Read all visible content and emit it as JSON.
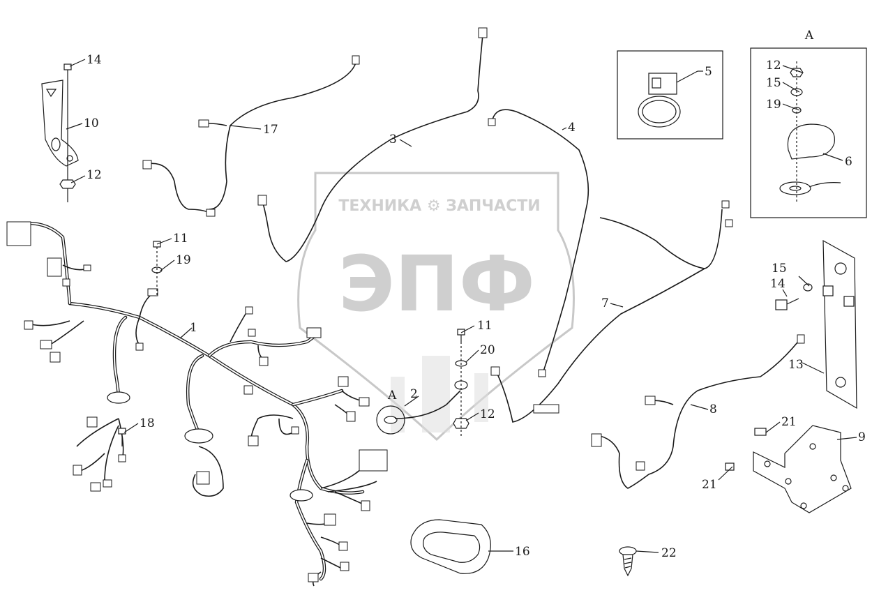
{
  "watermark": {
    "brand_line": "ТЕХНИКА ⚙ ЗАПЧАСТИ",
    "logo_text": "ЭПФ"
  },
  "detail_views": {
    "detail_a_title": "A"
  },
  "callouts": {
    "c1": "1",
    "c2": "2",
    "c3": "3",
    "c4": "4",
    "c5": "5",
    "c6": "6",
    "c7": "7",
    "c8": "8",
    "c9": "9",
    "c10": "10",
    "c11a": "11",
    "c11b": "11",
    "c12a": "12",
    "c12b": "12",
    "c12c": "12",
    "c13": "13",
    "c14a": "14",
    "c14b": "14",
    "c15a": "15",
    "c15b": "15",
    "c16": "16",
    "c17": "17",
    "c18": "18",
    "c19a": "19",
    "c19b": "19",
    "c20": "20",
    "c21a": "21",
    "c21b": "21",
    "c22": "22",
    "ref_a": "A"
  }
}
